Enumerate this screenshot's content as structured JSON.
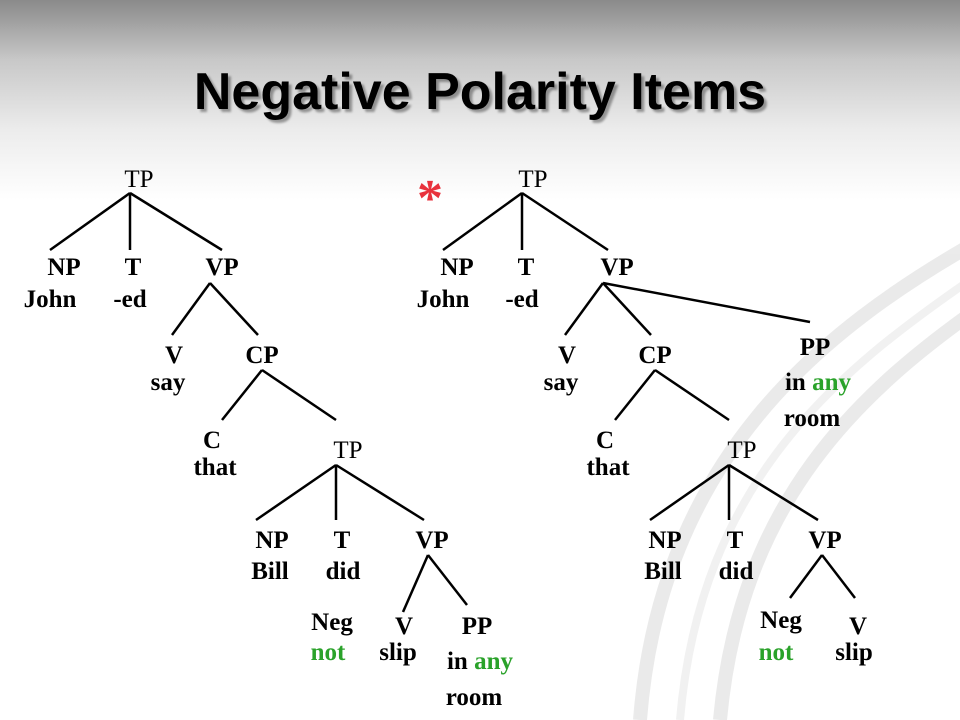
{
  "title": "Negative Polarity Items",
  "star": "*",
  "tree1": {
    "tp_top": "TP",
    "np_cat": "NP",
    "np_word": "John",
    "t_cat": "T",
    "t_word": "-ed",
    "vp_cat": "VP",
    "v_cat": "V",
    "v_word": "say",
    "cp_cat": "CP",
    "c_cat": "C",
    "c_word": "that",
    "tp_low": "TP",
    "np2_cat": "NP",
    "np2_word": "Bill",
    "t2_cat": "T",
    "t2_word": "did",
    "vp2_cat": "VP",
    "neg_cat": "Neg",
    "neg_word": "not",
    "v2_cat": "V",
    "v2_word": "slip",
    "pp_cat": "PP",
    "pp_in": "in",
    "pp_any": "any",
    "pp_room": "room"
  },
  "tree2": {
    "tp_top": "TP",
    "np_cat": "NP",
    "np_word": "John",
    "t_cat": "T",
    "t_word": "-ed",
    "vp_cat": "VP",
    "v_cat": "V",
    "v_word": "say",
    "cp_cat": "CP",
    "pp_cat": "PP",
    "pp_in": "in",
    "pp_any": "any",
    "pp_room": "room",
    "c_cat": "C",
    "c_word": "that",
    "tp_low": "TP",
    "np2_cat": "NP",
    "np2_word": "Bill",
    "t2_cat": "T",
    "t2_word": "did",
    "vp2_cat": "VP",
    "neg_cat": "Neg",
    "neg_word": "not",
    "v2_cat": "V",
    "v2_word": "slip"
  },
  "colors": {
    "highlight": "#2aa22a",
    "star": "#e8323c"
  }
}
